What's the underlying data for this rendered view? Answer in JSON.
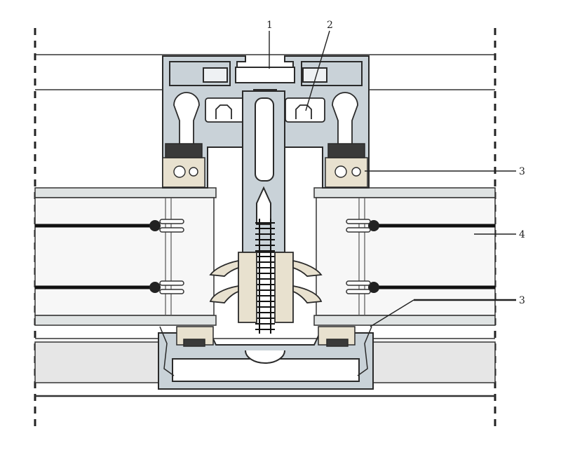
{
  "callouts": [
    {
      "id": "c1",
      "label": "1"
    },
    {
      "id": "c2",
      "label": "2"
    },
    {
      "id": "c3a",
      "label": "3"
    },
    {
      "id": "c4",
      "label": "4"
    },
    {
      "id": "c3b",
      "label": "3"
    }
  ],
  "colors": {
    "background": "#ffffff",
    "outline": "#2a2a2a",
    "aluminum": "#c9d2d8",
    "gasket": "#e8e1cf",
    "panel_fill": "#ececec",
    "glass_pane": "#f4f6f6"
  }
}
